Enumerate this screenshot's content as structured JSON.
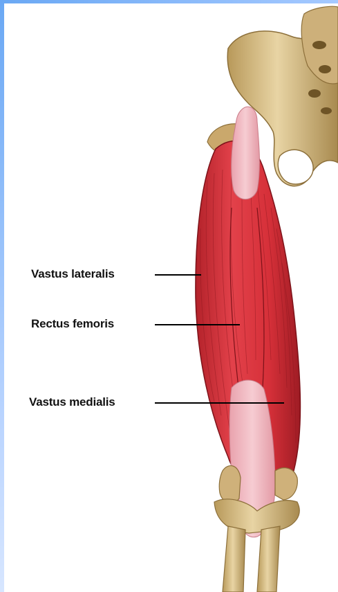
{
  "diagram": {
    "labels": [
      {
        "id": "vastus-lateralis",
        "text": "Vastus lateralis"
      },
      {
        "id": "rectus-femoris",
        "text": "Rectus femoris"
      },
      {
        "id": "vastus-medialis",
        "text": "Vastus medialis"
      }
    ]
  },
  "colors": {
    "bone": "#d9c08a",
    "bone_shadow": "#a7884d",
    "muscle": "#d8343c",
    "muscle_dark": "#a91e26",
    "tendon": "#f0b8c0",
    "frame_blue": "#6aa8f4"
  }
}
